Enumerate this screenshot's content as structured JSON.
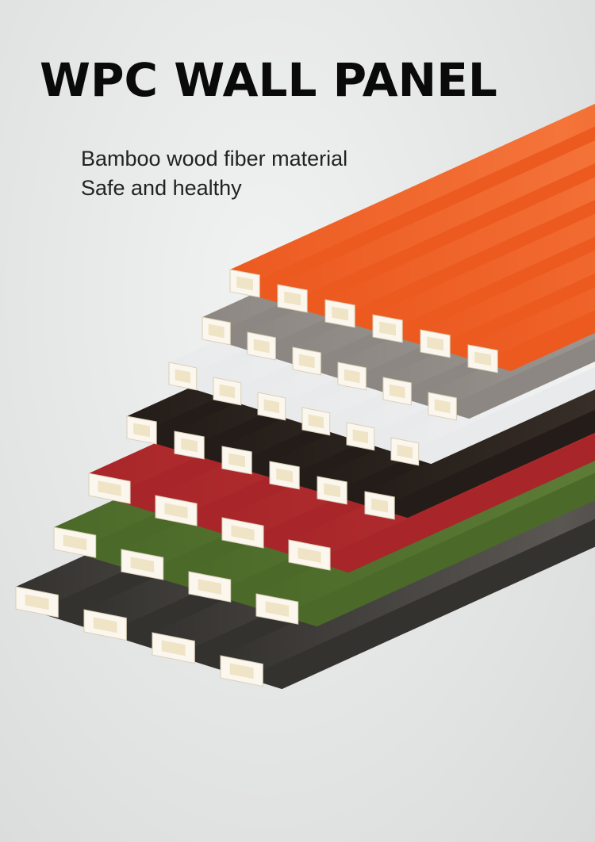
{
  "headline": "WPC WALL PANEL",
  "taglines": [
    "Bamboo wood fiber material",
    "Safe and healthy"
  ],
  "panels": [
    {
      "name": "charcoal-wood",
      "face": "#34322f",
      "grain": "#5a5753",
      "core": "#f0e4c6"
    },
    {
      "name": "olive-green",
      "face": "#4b6a29",
      "grain": "#5d7c37",
      "core": "#f0e4c6"
    },
    {
      "name": "crimson-red",
      "face": "#a82629",
      "grain": "#bb3335",
      "core": "#f0e4c6"
    },
    {
      "name": "black-wood",
      "face": "#231c18",
      "grain": "#40362f",
      "core": "#f0e4c6"
    },
    {
      "name": "white",
      "face": "#e9eaeb",
      "grain": "#f7f7f8",
      "core": "#f0e4c6"
    },
    {
      "name": "grey-oak",
      "face": "#8c8782",
      "grain": "#aba59f",
      "core": "#f0e4c6"
    },
    {
      "name": "orange",
      "face": "#ec5a20",
      "grain": "#f4743a",
      "core": "#f0e4c6"
    }
  ]
}
